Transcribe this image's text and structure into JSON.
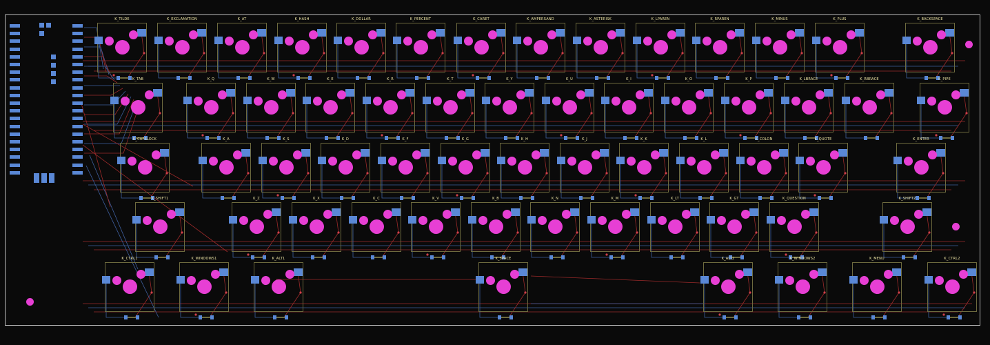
{
  "colors": {
    "background": "#0a0a0a",
    "board_edge": "#b9b9b9",
    "pad_blue": "#5a88d6",
    "hole_magenta": "#e73fd4",
    "trace_red": "#9c2a2a",
    "trace_blue": "#3e5f9e",
    "silkscreen_label": "#f2e9a8",
    "key_outline": "#6d6a3e"
  },
  "rows": [
    [
      {
        "label": "K_TILDE"
      },
      {
        "label": "K_EXCLAMATION"
      },
      {
        "label": "K_AT"
      },
      {
        "label": "K_HASH"
      },
      {
        "label": "K_DOLLAR"
      },
      {
        "label": "K_PERCENT"
      },
      {
        "label": "K_CARET"
      },
      {
        "label": "K_AMPERSAND"
      },
      {
        "label": "K_ASTERISK"
      },
      {
        "label": "K_LPAREN"
      },
      {
        "label": "K_RPAREN"
      },
      {
        "label": "K_MINUS"
      },
      {
        "label": "K_PLUS"
      },
      {
        "label": "K_BACKSPACE"
      }
    ],
    [
      {
        "label": "K_TAB"
      },
      {
        "label": "K_Q"
      },
      {
        "label": "K_W"
      },
      {
        "label": "K_E"
      },
      {
        "label": "K_R"
      },
      {
        "label": "K_T"
      },
      {
        "label": "K_Y"
      },
      {
        "label": "K_U"
      },
      {
        "label": "K_I"
      },
      {
        "label": "K_O"
      },
      {
        "label": "K_P"
      },
      {
        "label": "K_LBRACE"
      },
      {
        "label": "K_RBRACE"
      },
      {
        "label": "K_PIPE"
      }
    ],
    [
      {
        "label": "K_CAPSLOCK"
      },
      {
        "label": "K_A"
      },
      {
        "label": "K_S"
      },
      {
        "label": "K_D"
      },
      {
        "label": "K_F"
      },
      {
        "label": "K_G"
      },
      {
        "label": "K_H"
      },
      {
        "label": "K_J"
      },
      {
        "label": "K_K"
      },
      {
        "label": "K_L"
      },
      {
        "label": "K_COLON"
      },
      {
        "label": "K_QUOTE"
      },
      {
        "label": "K_ENTER"
      }
    ],
    [
      {
        "label": "K_SHIFT1"
      },
      {
        "label": "K_Z"
      },
      {
        "label": "K_X"
      },
      {
        "label": "K_C"
      },
      {
        "label": "K_V"
      },
      {
        "label": "K_B"
      },
      {
        "label": "K_N"
      },
      {
        "label": "K_M"
      },
      {
        "label": "K_LT"
      },
      {
        "label": "K_GT"
      },
      {
        "label": "K_QUESTION"
      },
      {
        "label": "K_SHIFT2"
      }
    ],
    [
      {
        "label": "K_CTRL1"
      },
      {
        "label": "K_WINDOWS1"
      },
      {
        "label": "K_ALT1"
      },
      {
        "label": "K_SPACE"
      },
      {
        "label": "K_ALT2"
      },
      {
        "label": "K_WINDOWS2"
      },
      {
        "label": "K_MENU"
      },
      {
        "label": "K_CTRL2"
      }
    ]
  ]
}
